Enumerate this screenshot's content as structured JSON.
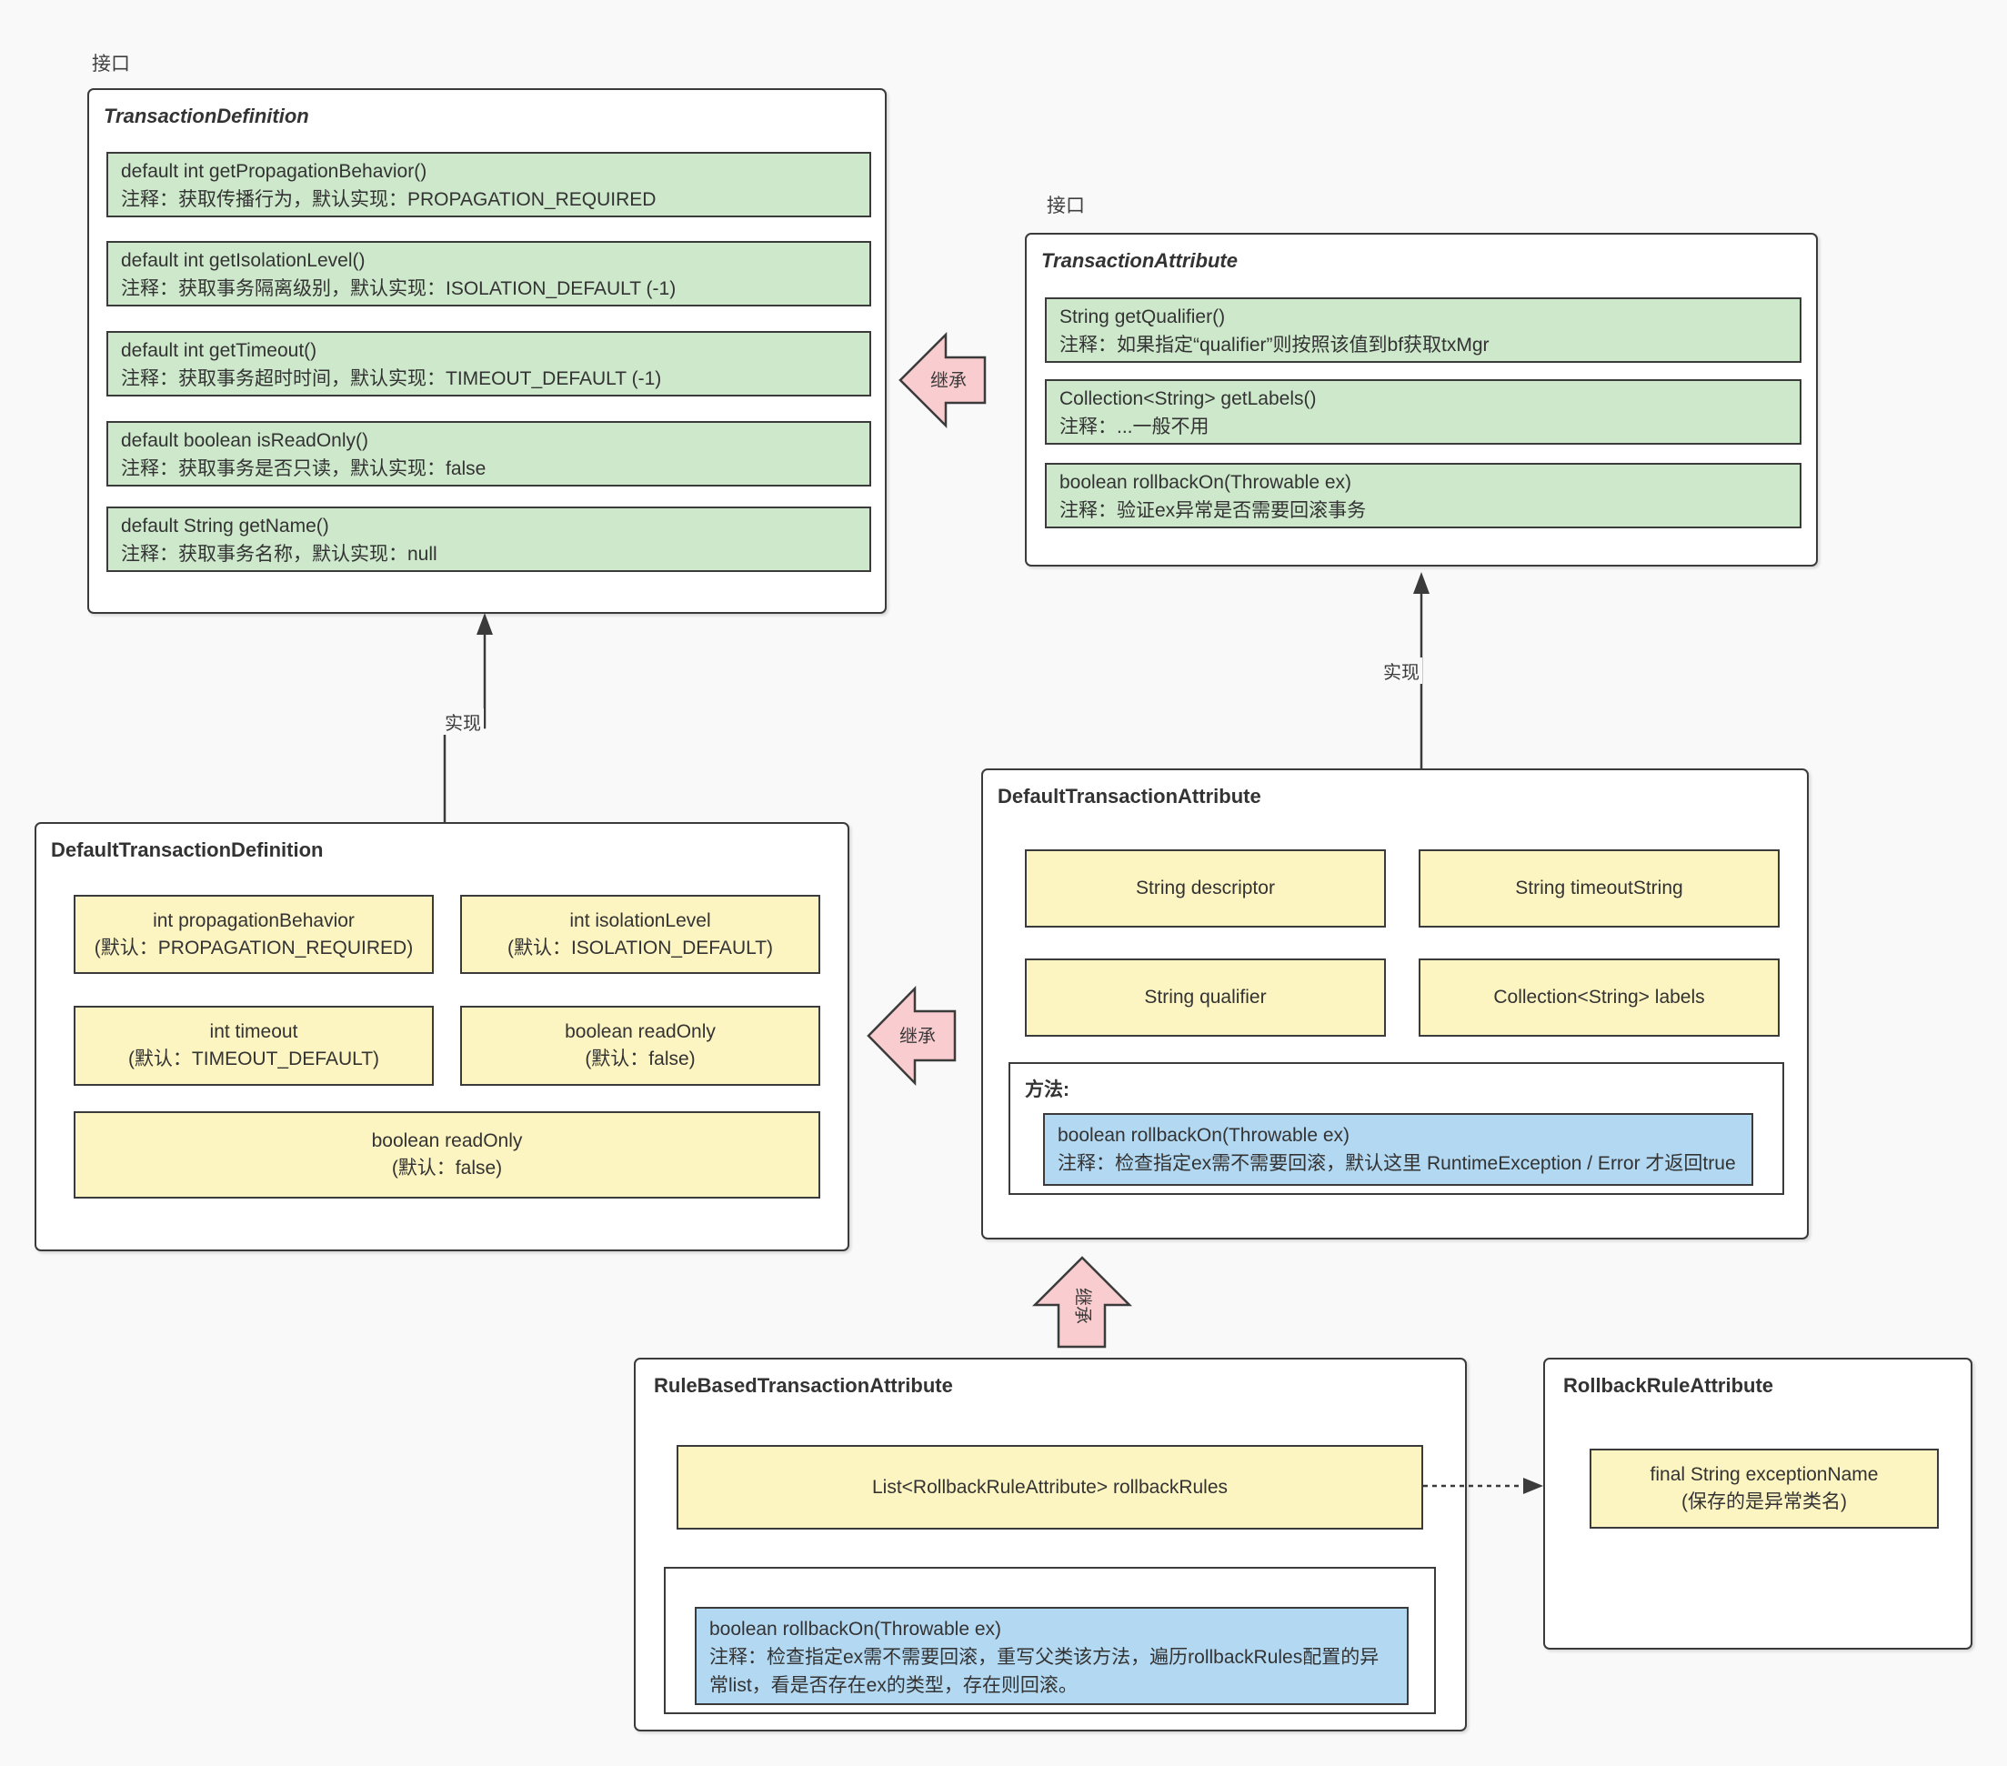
{
  "diagram": {
    "tags": {
      "interface_left": "接口",
      "interface_right": "接口"
    },
    "edges": {
      "implements_left": "实现",
      "implements_right": "实现",
      "extends_top": "继承",
      "extends_middle": "继承",
      "extends_bottom": "继承"
    },
    "transaction_definition": {
      "title": "TransactionDefinition",
      "methods": [
        {
          "signature": "default int getPropagationBehavior()",
          "comment": "注释：获取传播行为，默认实现：PROPAGATION_REQUIRED"
        },
        {
          "signature": "default int getIsolationLevel()",
          "comment": "注释：获取事务隔离级别，默认实现：ISOLATION_DEFAULT (-1)"
        },
        {
          "signature": "default int getTimeout()",
          "comment": "注释：获取事务超时时间，默认实现：TIMEOUT_DEFAULT (-1)"
        },
        {
          "signature": "default boolean isReadOnly()",
          "comment": "注释：获取事务是否只读，默认实现：false"
        },
        {
          "signature": "default String getName()",
          "comment": "注释：获取事务名称，默认实现：null"
        }
      ]
    },
    "transaction_attribute": {
      "title": "TransactionAttribute",
      "methods": [
        {
          "signature": "String getQualifier()",
          "comment": "注释：如果指定“qualifier”则按照该值到bf获取txMgr"
        },
        {
          "signature": "Collection<String> getLabels()",
          "comment": "注释：...一般不用"
        },
        {
          "signature": "boolean rollbackOn(Throwable ex)",
          "comment": "注释：验证ex异常是否需要回滚事务"
        }
      ]
    },
    "default_transaction_definition": {
      "title": "DefaultTransactionDefinition",
      "fields": [
        {
          "name": "int propagationBehavior",
          "default": "(默认：PROPAGATION_REQUIRED)"
        },
        {
          "name": "int isolationLevel",
          "default": "(默认：ISOLATION_DEFAULT)"
        },
        {
          "name": "int timeout",
          "default": "(默认：TIMEOUT_DEFAULT)"
        },
        {
          "name": "boolean readOnly",
          "default": "(默认：false)"
        },
        {
          "name": "boolean readOnly",
          "default": "(默认：false)"
        }
      ]
    },
    "default_transaction_attribute": {
      "title": "DefaultTransactionAttribute",
      "fields": [
        "String descriptor",
        "String timeoutString",
        "String qualifier",
        "Collection<String> labels"
      ],
      "methods_label": "方法:",
      "method": {
        "signature": "boolean rollbackOn(Throwable ex)",
        "comment": "注释：检查指定ex需不需要回滚，默认这里 RuntimeException / Error 才返回true"
      }
    },
    "rule_based_transaction_attribute": {
      "title": "RuleBasedTransactionAttribute",
      "field": "List<RollbackRuleAttribute> rollbackRules",
      "method": {
        "signature": "boolean rollbackOn(Throwable ex)",
        "comment": "注释：检查指定ex需不需要回滚，重写父类该方法，遍历rollbackRules配置的异常list，看是否存在ex的类型，存在则回滚。"
      }
    },
    "rollback_rule_attribute": {
      "title": "RollbackRuleAttribute",
      "field": {
        "name": "final String exceptionName",
        "note": "(保存的是异常类名)"
      }
    },
    "colors": {
      "green": "#cde8cb",
      "yellow": "#fcf4c1",
      "blue": "#b3d8f2",
      "pink": "#f9cdd0",
      "border": "#3b3b3b",
      "background": "#f9f9f9"
    }
  }
}
